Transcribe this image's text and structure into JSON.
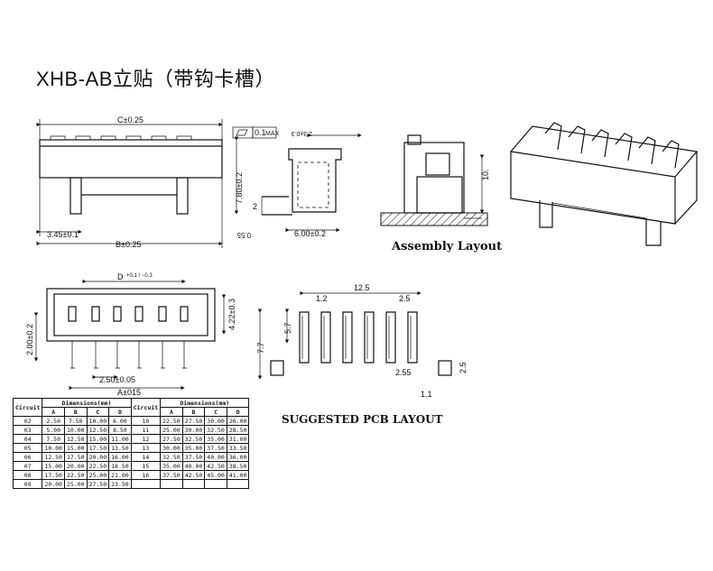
{
  "title": "XHB-AB立贴（带钩卡槽）",
  "captions": {
    "assembly": "Assembly Layout",
    "pcb": "SUGGESTED PCB LAYOUT"
  },
  "dims": {
    "c": "C±0.25",
    "b": "B±0.25",
    "left_offset": "3.45±0.1",
    "height_780": "7.80±0.2",
    "flatness_value": "0.1",
    "flatness_max": "MAX",
    "side_w": "6.00±0.2",
    "side_2": "2",
    "side_055": "0.55",
    "side_top": "2.3±0.3",
    "asm_10": "10.",
    "d": "D",
    "d_tol": "+0.1 / −0.3",
    "height_200": "2.00±0.2",
    "height_422": "4.22±0.3",
    "pitch": "2.50±0.05",
    "a": "A±015",
    "pcb_125": "12.5",
    "pcb_12": "1.2",
    "pcb_25": "2.5",
    "pcb_57": "5.7",
    "pcb_77": "7.7",
    "pcb_255": "2.55",
    "pcb_25b": "2.5",
    "pcb_11": "1.1"
  },
  "table": {
    "head_circuit": "Circuit",
    "head_dims": "Dimensions(mm)",
    "cols": [
      "A",
      "B",
      "C",
      "D"
    ],
    "left": [
      [
        "02",
        "2.50",
        "7.50",
        "10.00",
        "6.00"
      ],
      [
        "03",
        "5.00",
        "10.00",
        "12.50",
        "8.50"
      ],
      [
        "04",
        "7.50",
        "12.50",
        "15.00",
        "11.00"
      ],
      [
        "05",
        "10.00",
        "15.00",
        "17.50",
        "13.50"
      ],
      [
        "06",
        "12.50",
        "17.50",
        "20.00",
        "16.00"
      ],
      [
        "07",
        "15.00",
        "20.00",
        "22.50",
        "18.50"
      ],
      [
        "08",
        "17.50",
        "22.50",
        "25.00",
        "21.00"
      ],
      [
        "09",
        "20.00",
        "25.00",
        "27.50",
        "23.50"
      ]
    ],
    "right": [
      [
        "10",
        "22.50",
        "27.50",
        "30.00",
        "26.00"
      ],
      [
        "11",
        "25.00",
        "30.00",
        "32.50",
        "28.50"
      ],
      [
        "12",
        "27.50",
        "32.50",
        "35.00",
        "31.00"
      ],
      [
        "13",
        "30.00",
        "35.00",
        "37.50",
        "33.50"
      ],
      [
        "14",
        "32.50",
        "37.50",
        "40.00",
        "36.00"
      ],
      [
        "15",
        "35.00",
        "40.00",
        "42.50",
        "38.50"
      ],
      [
        "16",
        "37.50",
        "42.50",
        "45.00",
        "41.00"
      ],
      [
        "",
        "",
        "",
        "",
        ""
      ]
    ]
  }
}
